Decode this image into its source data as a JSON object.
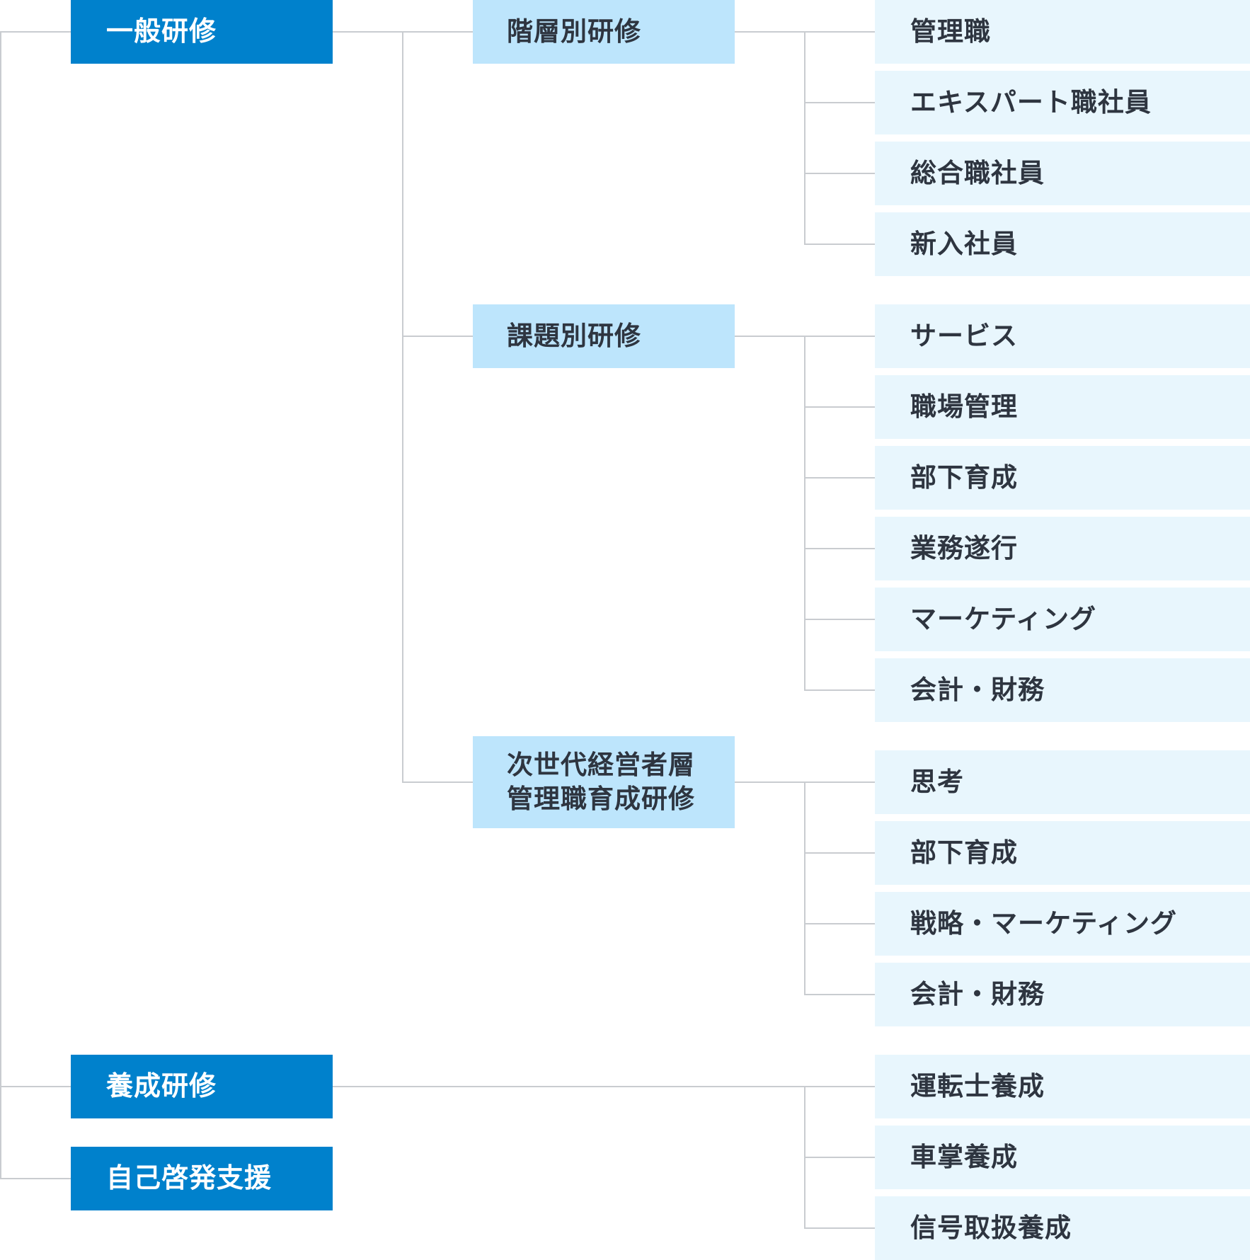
{
  "colors": {
    "level1_bg": "#0081cc",
    "level1_text": "#ffffff",
    "level2_bg": "#bde5fc",
    "level2_text": "#2e3540",
    "level3_bg": "#e8f6fd",
    "level3_text": "#2e3540",
    "connector": "#c9ccd0"
  },
  "categories": [
    {
      "label": "一般研修",
      "groups": [
        {
          "label": "階層別研修",
          "items": [
            "管理職",
            "エキスパート職社員",
            "総合職社員",
            "新入社員"
          ]
        },
        {
          "label": "課題別研修",
          "items": [
            "サービス",
            "職場管理",
            "部下育成",
            "業務遂行",
            "マーケティング",
            "会計・財務"
          ]
        },
        {
          "label": "次世代経営者層\n管理職育成研修",
          "items": [
            "思考",
            "部下育成",
            "戦略・マーケティング",
            "会計・財務"
          ]
        }
      ]
    },
    {
      "label": "養成研修",
      "items": [
        "運転士養成",
        "車掌養成",
        "信号取扱養成"
      ]
    },
    {
      "label": "自己啓発支援"
    }
  ]
}
